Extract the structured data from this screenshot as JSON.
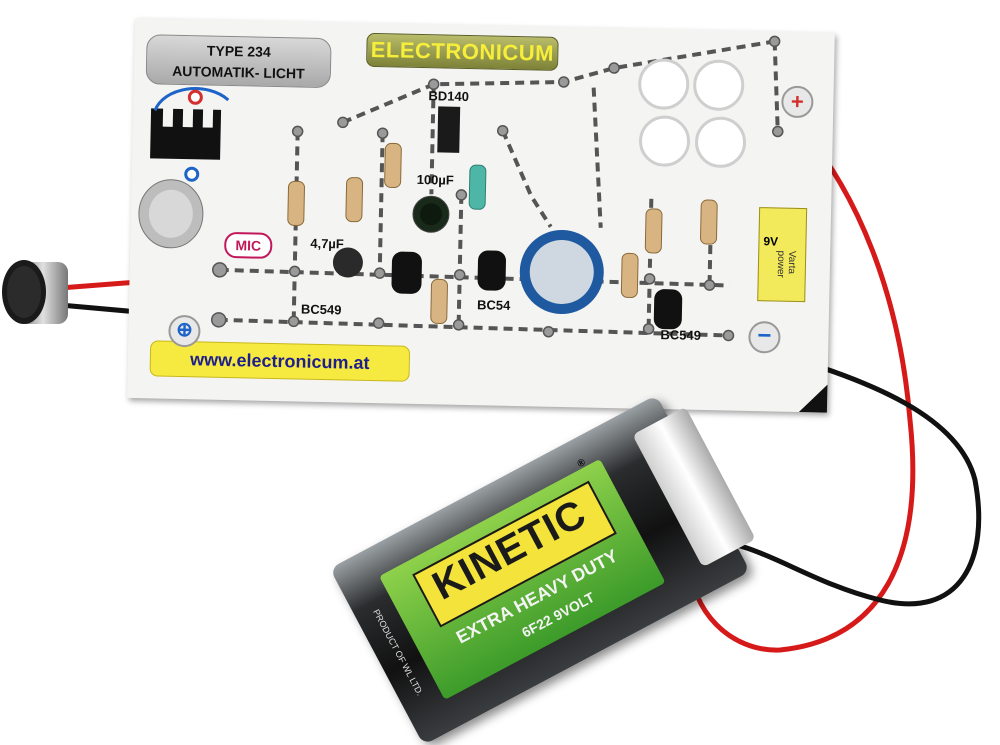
{
  "board": {
    "title_line1": "TYPE 234",
    "title_line2": "AUTOMATIK- LICHT",
    "brand": "ELECTRONICUM",
    "url": "www.electronicum.at",
    "mic_label": "MIC",
    "components": {
      "bd140": "BD140",
      "cap_100": "100µF",
      "cap_47": "4,7µF",
      "bc549_a": "BC549",
      "bc549_b": "BC54",
      "bc549_c": "BC549"
    },
    "plus": "+",
    "minus": "−",
    "board_battery": {
      "voltage": "9V",
      "brand": "Varta power"
    }
  },
  "battery": {
    "brand": "KINETIC",
    "registered": "®",
    "line1": "EXTRA HEAVY DUTY",
    "line2": "6F22 9VOLT",
    "side_text": "PRODUCT OF WL LTD."
  },
  "colors": {
    "wire_red": "#d61a1a",
    "wire_black": "#111111",
    "board_bg": "#f4f4f2",
    "brand_yellow": "#f6ee3a",
    "url_yellow": "#f6ea40",
    "battery_green": "#4faa2c"
  }
}
